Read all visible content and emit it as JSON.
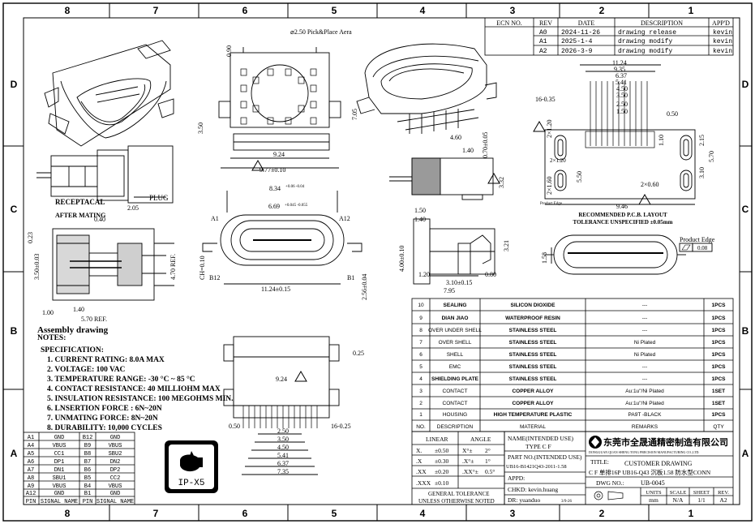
{
  "frame": {
    "cols": [
      "8",
      "7",
      "6",
      "5",
      "4",
      "3",
      "2",
      "1"
    ],
    "rows": [
      "D",
      "C",
      "B",
      "A"
    ]
  },
  "revisions": {
    "headers": [
      "ECN NO.",
      "REV",
      "DATE",
      "DESCRIPTION",
      "APP'D"
    ],
    "rows": [
      {
        "rev": "A0",
        "date": "2024-11-26",
        "desc": "drawing release",
        "app": "kevin"
      },
      {
        "rev": "A1",
        "date": "2025-1-4",
        "desc": "drawing modify",
        "app": "kevin"
      },
      {
        "rev": "A2",
        "date": "2026-3-9",
        "desc": "drawing modify",
        "app": "kevin"
      }
    ]
  },
  "labels": {
    "pickplace": "⌀2.50 Pick&Place Aera",
    "receptacal": "RECEPTACAL",
    "plug": "PLUG",
    "after_mating": "AFTER MATING",
    "assembly": "Assembly drawing",
    "a1": "A1",
    "a12": "A12",
    "b12": "B12",
    "b1": "B1",
    "pcb1": "RECOMMENDED P.C.B. LAYOUT",
    "pcb2": "TOLERANCE UNSPECIFIED ±0.05mm",
    "product_edge": "Product Edge",
    "pe_small": "Product Edge",
    "flat_val": "0.08",
    "ipx5": "IP-X5"
  },
  "dims": {
    "d090": "0.90",
    "d705": "7.05",
    "d350": "3.50",
    "d924": "9.24",
    "d977": "9.77±0.10",
    "d205": "2.05",
    "d023": "0.23",
    "d040": "0.40",
    "d350b": "3.50±0.03",
    "d470": "4.70 REF.",
    "d100": "1.00",
    "d140": "1.40",
    "d570": "5.70 REF.",
    "d834": "8.34",
    "d834t": "+0.06 -0.04",
    "d669": "6.69",
    "d669t": "+0.045 -0.055",
    "dch": "CH=0.10",
    "d1124": "11.24±0.15",
    "d256": "2.56±0.04",
    "d460": "4.60",
    "d140b": "1.40",
    "d070": "0.70±0.05",
    "d332": "3.32",
    "d150": "1.50",
    "d140c": "1.40",
    "d400": "4.00±0.10",
    "d321": "3.21",
    "d120": "1.20",
    "d310": "3.10±0.15",
    "d080": "0.80",
    "d795": "7.95",
    "p1124": "11.24",
    "p935": "9.35",
    "p637": "6.37",
    "p541": "5.41",
    "p450": "4.50",
    "p350": "3.50",
    "p250": "2.50",
    "p150": "1.50",
    "p1635": "16-0.35",
    "p050": "0.50",
    "p120a": "2×1.20",
    "p160": "2×1.60",
    "p060": "2×0.60",
    "p120b": "2×1.20",
    "p550": "5.50",
    "p215": "2.15",
    "p570": "5.70",
    "p310": "3.10",
    "p110": "1.10",
    "p946": "9.46",
    "d158": "1.58",
    "b025": "0.25",
    "b924": "9.24",
    "b050": "0.50",
    "b1625": "16-0.25",
    "bt250": "2.50",
    "bt350": "3.50",
    "bt450": "4.50",
    "bt541": "5.41",
    "bt637": "6.37",
    "bt735": "7.35"
  },
  "notes": {
    "title": "NOTES:",
    "spec": "SPECIFICATION:",
    "items": [
      "1. CURRENT RATING: 8.0A MAX",
      "2. VOLTAGE: 100 VAC",
      "3. TEMPERATURE RANGE: -30 °C ~ 85 °C",
      "4. CONTACT RESISTANCE: 40 MILLIOHM MAX",
      "5. INSULATION RESISTANCE: 100 MEGOHMS MIN.",
      "6. LNSERTION FORCE : 6N~20N",
      "7. UNMATING FORCE: 8N~20N",
      "8. DURABILITY:   10,000 CYCLES"
    ]
  },
  "pins": {
    "rows": [
      [
        "A1",
        "GND",
        "B12",
        "GND"
      ],
      [
        "A4",
        "VBUS",
        "B9",
        "VBUS"
      ],
      [
        "A5",
        "CC1",
        "B8",
        "SBU2"
      ],
      [
        "A6",
        "DP1",
        "B7",
        "DN2"
      ],
      [
        "A7",
        "DN1",
        "B6",
        "DP2"
      ],
      [
        "A8",
        "SBU1",
        "B5",
        "CC2"
      ],
      [
        "A9",
        "VBUS",
        "B4",
        "VBUS"
      ],
      [
        "A12",
        "GND",
        "B1",
        "GND"
      ]
    ],
    "footer": [
      "PIN",
      "SIGNAL NAME",
      "PIN",
      "SIGNAL NAME"
    ]
  },
  "bom": {
    "rows": [
      {
        "no": "10",
        "desc": "SEALING",
        "mat": "SILICON DIOXIDE",
        "rem": "---",
        "qty": "1PCS"
      },
      {
        "no": "9",
        "desc": "DIAN JIAO",
        "mat": "WATERPROOF RESIN",
        "rem": "---",
        "qty": "1PCS"
      },
      {
        "no": "8",
        "desc": "OVER UNDER SHELL",
        "mat": "STAINLESS STEEL",
        "rem": "---",
        "qty": "1PCS"
      },
      {
        "no": "7",
        "desc": "OVER SHELL",
        "mat": "STAINLESS STEEL",
        "rem": "Ni Plated",
        "qty": "1PCS"
      },
      {
        "no": "6",
        "desc": "SHELL",
        "mat": "STAINLESS STEEL",
        "rem": "Ni Plated",
        "qty": "1PCS"
      },
      {
        "no": "5",
        "desc": "EMC",
        "mat": "STAINLESS STEEL",
        "rem": "---",
        "qty": "1PCS"
      },
      {
        "no": "4",
        "desc": "SHIELDING PLATE",
        "mat": "STAINLESS STEEL",
        "rem": "---",
        "qty": "1PCS"
      },
      {
        "no": "3",
        "desc": "CONTACT",
        "mat": "COPPER ALLOY",
        "rem": "Au:1u\"/Ni Plated",
        "qty": "1SET"
      },
      {
        "no": "2",
        "desc": "CONTACT",
        "mat": "COPPER ALLOY",
        "rem": "Au:1u\"/Ni Plated",
        "qty": "1SET"
      },
      {
        "no": "1",
        "desc": "HOUSING",
        "mat": "HIGH TEMPERATURE PLASTIC",
        "rem": "PA9T -BLACK",
        "qty": "1PCS"
      }
    ],
    "header": [
      "NO.",
      "DESCRIPTION",
      "MATERIAL",
      "REMARKS",
      "QTY"
    ]
  },
  "tolerance": {
    "linear": "LINEAR",
    "angle": "ANGLE",
    "rows": [
      [
        "X.",
        "±0.50",
        "X°±",
        "2°"
      ],
      [
        ".X",
        "±0.30",
        ".X°±",
        "1°"
      ],
      [
        ".XX",
        "±0.20",
        ".XX°±",
        "0.5°"
      ],
      [
        ".XXX",
        "±0.10",
        "",
        ""
      ]
    ],
    "general1": "GENERAL TOLERANCE",
    "general2": "UNLESS OTHERWISE NOTED"
  },
  "titleblock": {
    "name1": "NAME(INTENDED USE)",
    "name2": "TYPE C F",
    "part_label": "PART NO.(INTENDED USE)",
    "part": "UB16-B1421Q43-2011-1.58",
    "appd": "APPD:",
    "chkd": "CHKD: kevin.huang",
    "dr": "DR: yuanduo",
    "drdate": "3/9-26",
    "company_cn": "东莞市全晟通精密制造有限公司",
    "company_en": "DONGGUAN QUAN SHENG TONG PRECISION MANUFACTURING CO.,LTD.",
    "title_label": "TITLE:",
    "title1": "CUSTOMER DRAWING",
    "title2": "C F 单排16P UB16-Q43 沉板1.58 防水型CONN",
    "dwg_label": "DWG NO.:",
    "dwg": "UB-0045",
    "units_h": "UNITS",
    "scale_h": "SCALE",
    "sheet_h": "SHEET",
    "rev_h": "REV.",
    "units": "mm",
    "scale": "N/A",
    "sheet": "1/1",
    "rev": "A2"
  }
}
